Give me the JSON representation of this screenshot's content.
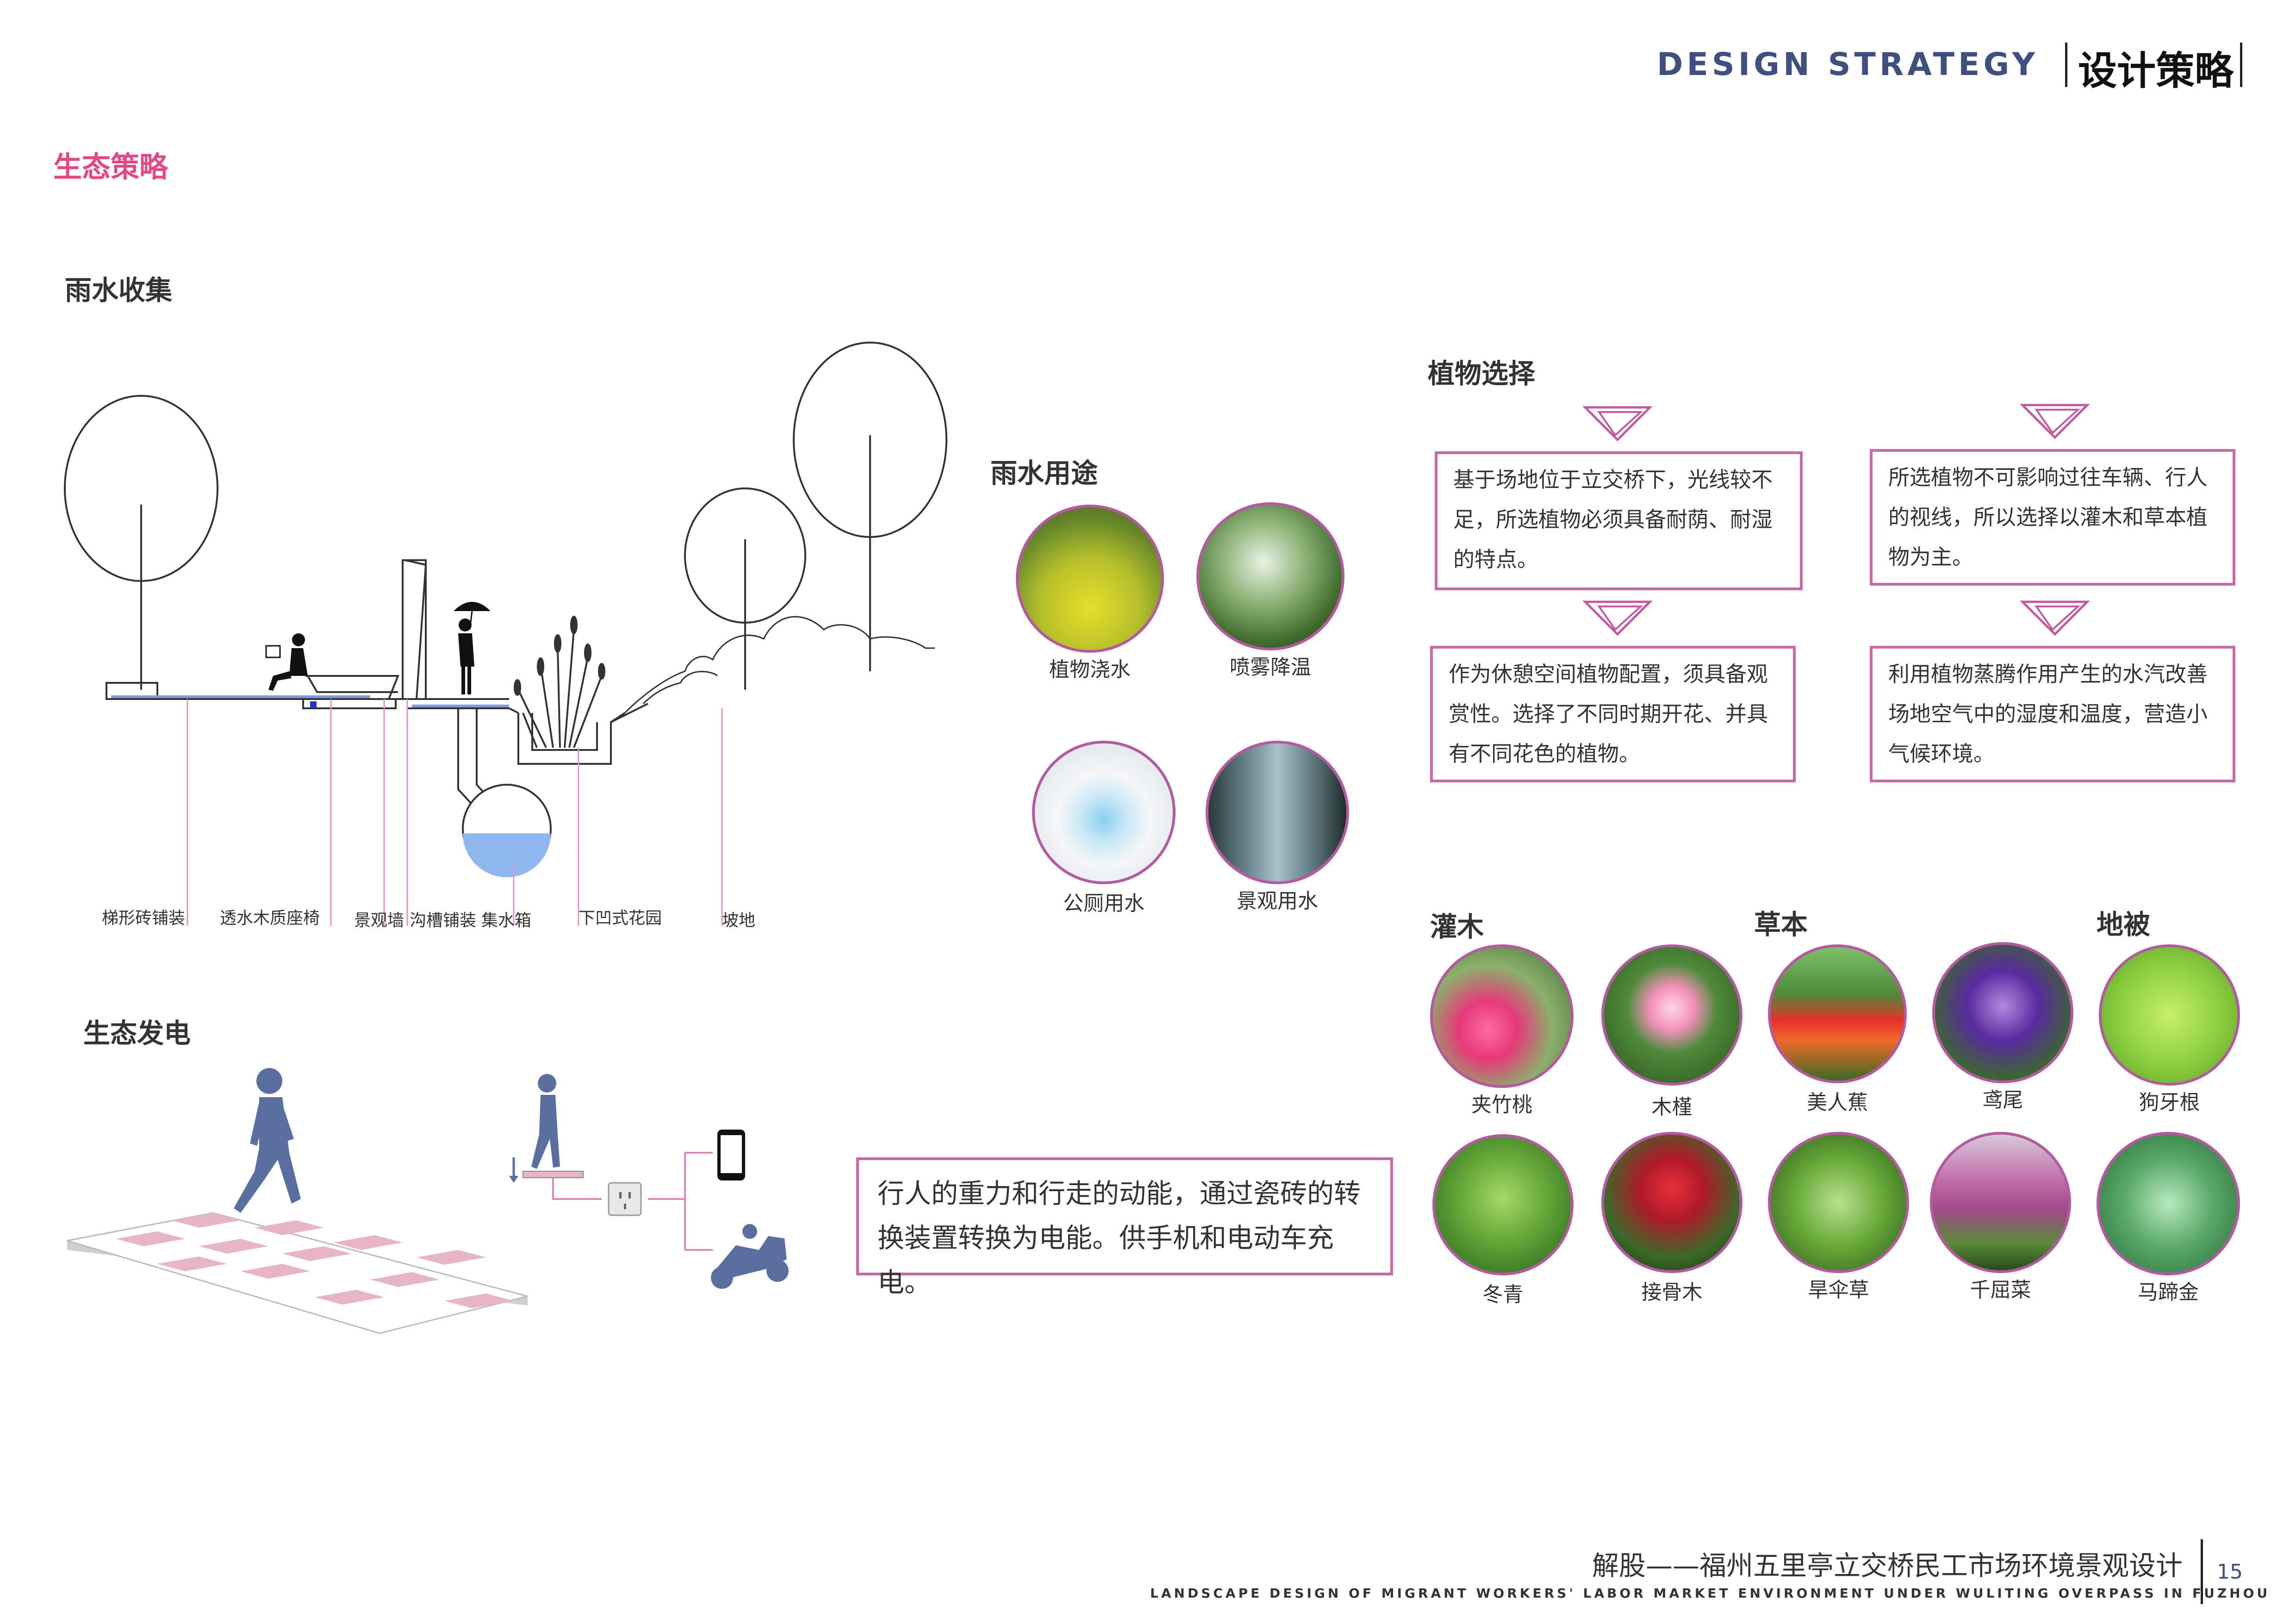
{
  "header": {
    "title_en": "DESIGN STRATEGY",
    "title_cn": "设计策略"
  },
  "section_title": "生态策略",
  "rain": {
    "title": "雨水收集",
    "labels": [
      "梯形砖铺装",
      "透水木质座椅",
      "景观墙",
      "沟槽铺装",
      "集水箱",
      "下凹式花园",
      "坡地"
    ]
  },
  "rain_use": {
    "title": "雨水用途",
    "items": [
      {
        "label": "植物浇水",
        "icon": "watering-photo"
      },
      {
        "label": "喷雾降温",
        "icon": "sprinkler-photo"
      },
      {
        "label": "公厕用水",
        "icon": "toilet-photo"
      },
      {
        "label": "景观用水",
        "icon": "waterfall-photo"
      }
    ]
  },
  "plant_choice": {
    "title": "植物选择",
    "boxes": [
      "基于场地位于立交桥下，光线较不足，所选植物必须具备耐荫、耐湿的特点。",
      "所选植物不可影响过往车辆、行人的视线，所以选择以灌木和草本植物为主。",
      "作为休憩空间植物配置，须具备观赏性。选择了不同时期开花、并具有不同花色的植物。",
      "利用植物蒸腾作用产生的水汽改善场地空气中的湿度和温度，营造小气候环境。"
    ]
  },
  "plant_categories": {
    "shrub": "灌木",
    "herb": "草本",
    "ground": "地被"
  },
  "plants_row1": [
    "夹竹桃",
    "木槿",
    "美人蕉",
    "鸢尾",
    "狗牙根"
  ],
  "plants_row2": [
    "冬青",
    "接骨木",
    "旱伞草",
    "千屈菜",
    "马蹄金"
  ],
  "colors": {
    "accent_pink": "#df4a86",
    "box_border": "#c76aa8",
    "navy": "#3f4f80",
    "figure": "#5a6fa0",
    "tile_pink": "#e8b4c8"
  },
  "eco_power": {
    "title": "生态发电",
    "text": "行人的重力和行走的动能，通过瓷砖的转换装置转换为电能。供手机和电动车充电。"
  },
  "footer": {
    "title_cn": "解股——福州五里亭立交桥民工市场环境景观设计",
    "title_en": "LANDSCAPE DESIGN OF MIGRANT WORKERS' LABOR MARKET ENVIRONMENT UNDER WULITING OVERPASS IN FUZHOU",
    "page": "15"
  }
}
